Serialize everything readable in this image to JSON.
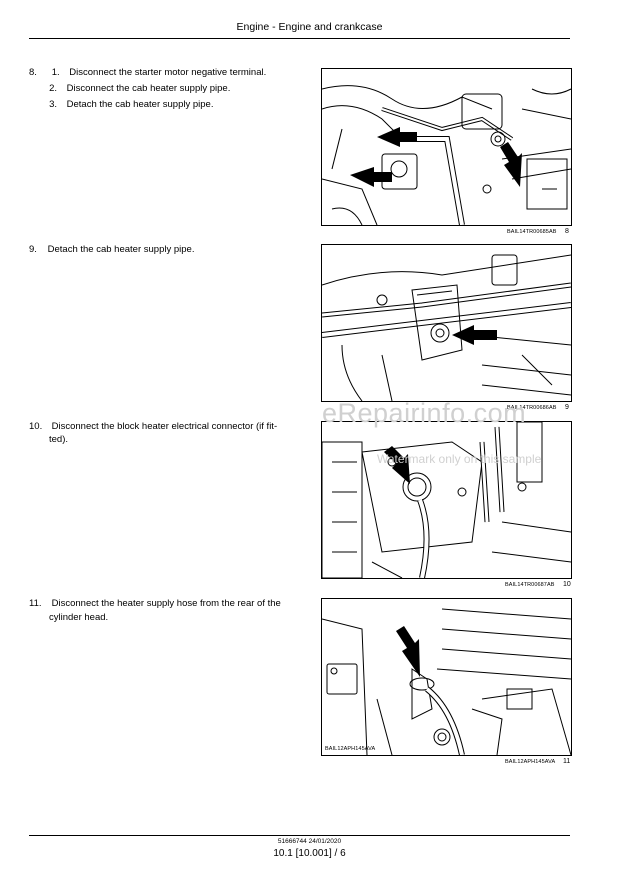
{
  "header": {
    "title": "Engine - Engine and crankcase"
  },
  "steps": [
    {
      "lines": [
        {
          "num": "8.",
          "sub": "1.",
          "text": "Disconnect the starter motor negative terminal."
        },
        {
          "sub": "2.",
          "text": "Disconnect the cab heater supply pipe."
        },
        {
          "sub": "3.",
          "text": "Detach the cab heater supply pipe."
        }
      ]
    },
    {
      "num": "9.",
      "text": "Detach the cab heater supply pipe."
    },
    {
      "num": "10.",
      "text1": "Disconnect the block heater electrical connector (if fit-",
      "text2": "ted)."
    },
    {
      "num": "11.",
      "text1": "Disconnect the heater supply hose from the rear of the",
      "text2": "cylinder head."
    }
  ],
  "figures": [
    {
      "caption": "BAIL14TR00685AB",
      "number": "8"
    },
    {
      "caption": "BAIL14TR00686AB",
      "number": "9"
    },
    {
      "caption": "BAIL14TR00687AB",
      "number": "10"
    },
    {
      "caption": "BAIL12APH145AVA",
      "inner_caption": "BAIL12APH145AVA",
      "number": "11"
    }
  ],
  "watermark": {
    "site": "eRepairinfo.com",
    "note": "Watermark only on this sample"
  },
  "footer": {
    "doc": "51666744 24/01/2020",
    "page": "10.1 [10.001] / 6"
  }
}
